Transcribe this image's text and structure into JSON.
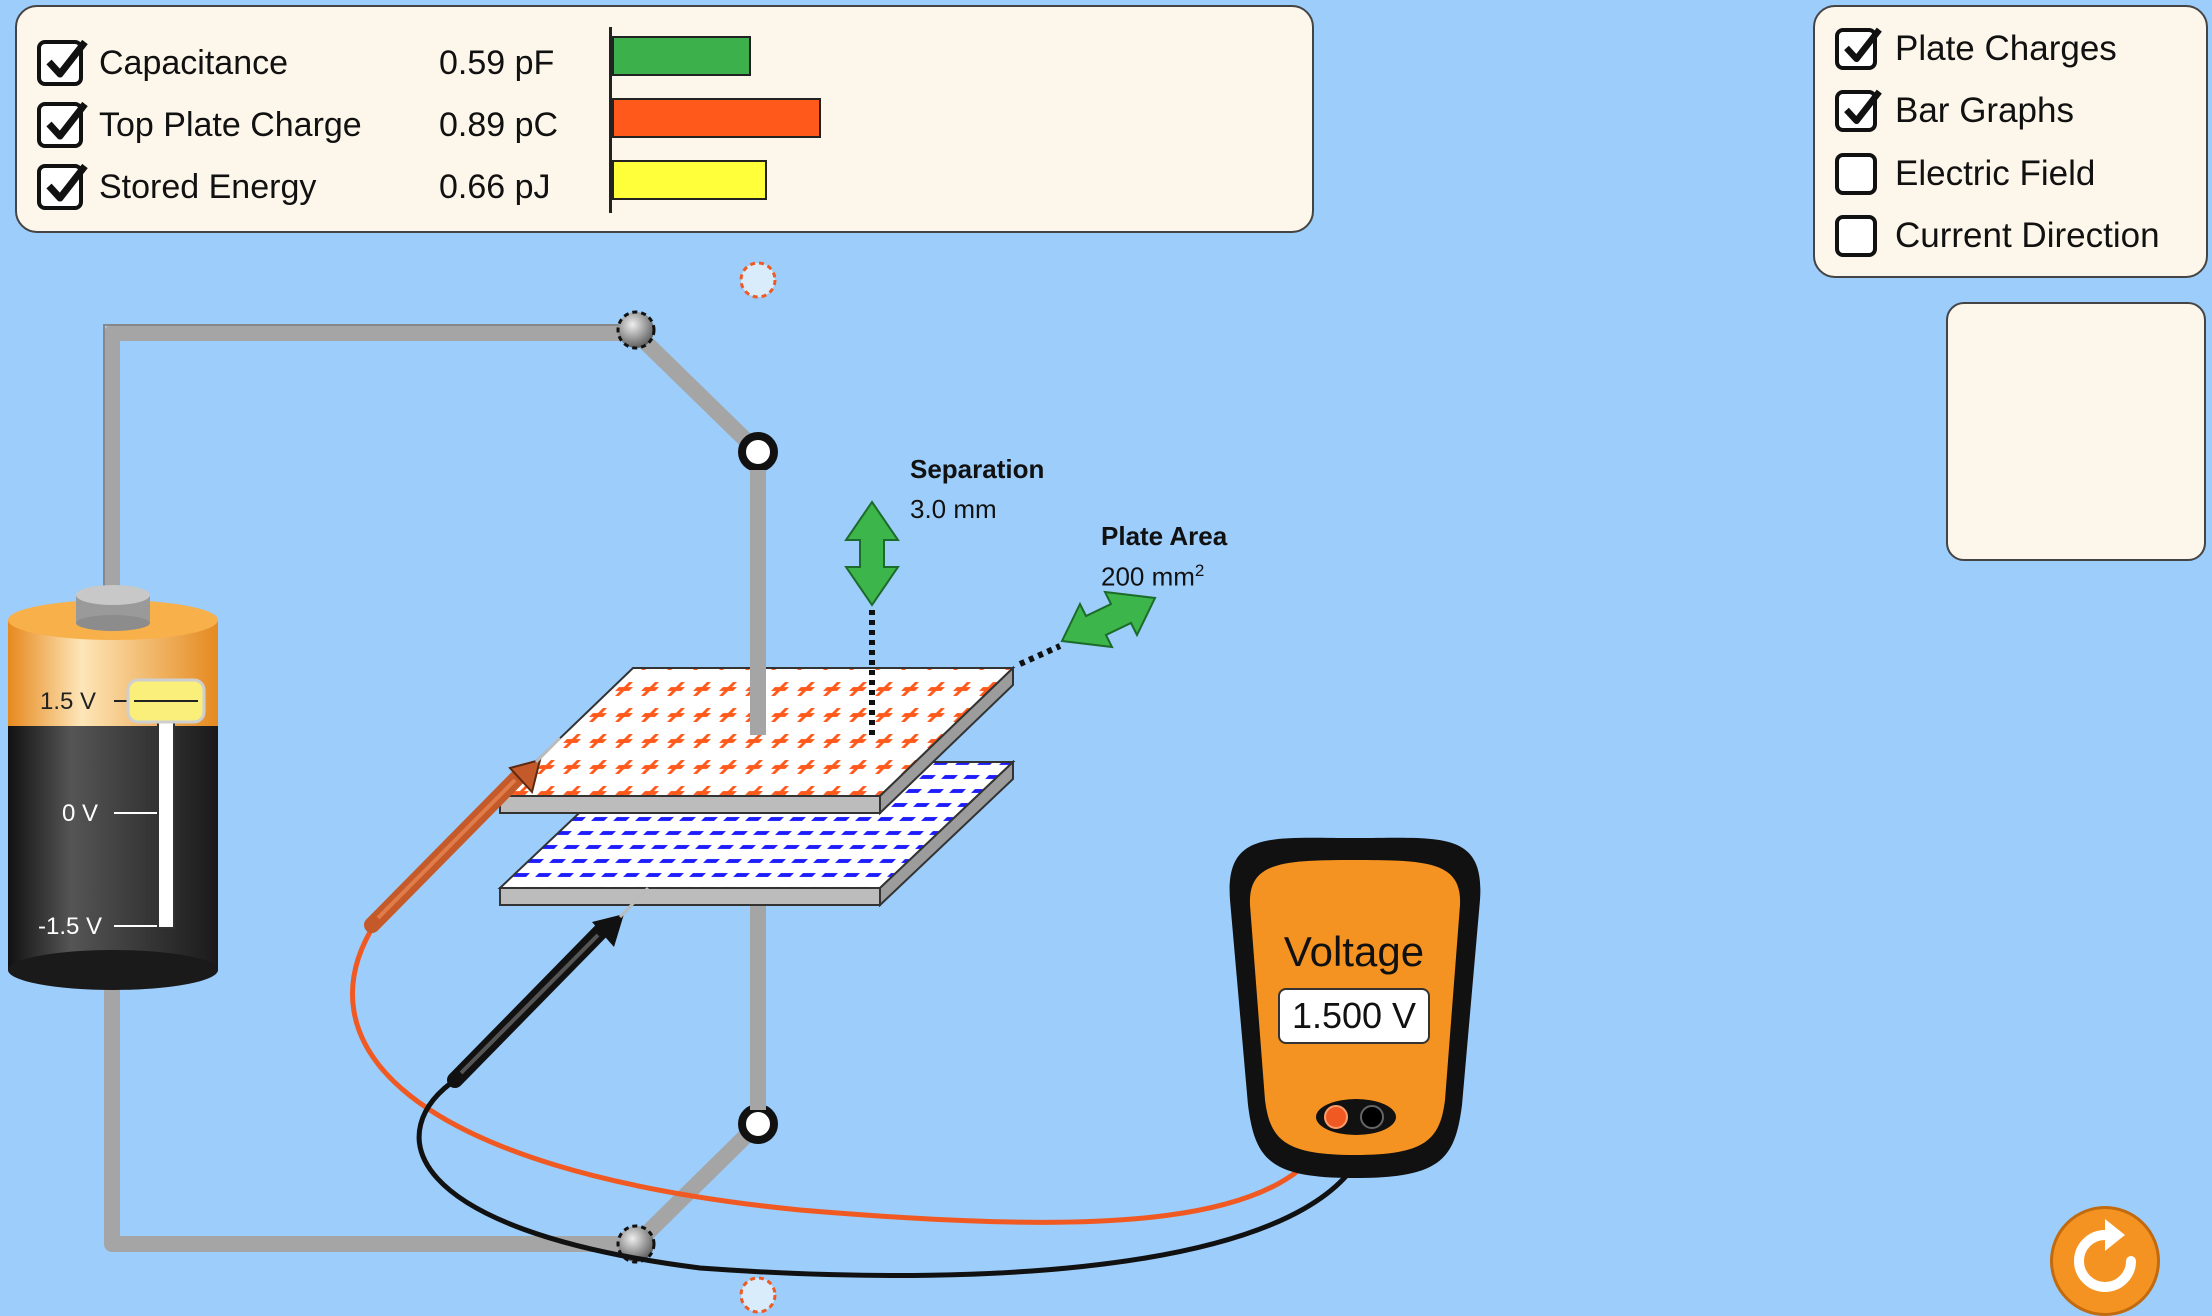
{
  "meters": {
    "rows": [
      {
        "label": "Capacitance",
        "value": "0.59 pF",
        "checked": true,
        "color": "#3cb04a",
        "level": 0.59
      },
      {
        "label": "Top Plate Charge",
        "value": "0.89 pC",
        "checked": true,
        "color": "#ff5a1c",
        "level": 0.89
      },
      {
        "label": "Stored Energy",
        "value": "0.66 pJ",
        "checked": true,
        "color": "#ffff3a",
        "level": 0.66
      }
    ]
  },
  "options": {
    "items": [
      {
        "label": "Plate Charges",
        "checked": true
      },
      {
        "label": "Bar Graphs",
        "checked": true
      },
      {
        "label": "Electric Field",
        "checked": false
      },
      {
        "label": "Current Direction",
        "checked": false
      }
    ]
  },
  "battery": {
    "labels": [
      "1.5 V",
      "0 V",
      "-1.5 V"
    ],
    "voltage_level": 1.0
  },
  "separation": {
    "title": "Separation",
    "value": "3.0 mm"
  },
  "plate_area": {
    "title": "Plate Area",
    "value": "200 mm",
    "superscript": "2"
  },
  "voltmeter": {
    "title": "Voltage",
    "reading": "1.500 V"
  },
  "icons": {
    "reset": "reset-icon",
    "check": "check-icon",
    "resize_vertical": "vertical-double-arrow-icon",
    "resize_diagonal": "diagonal-double-arrow-icon"
  },
  "colors": {
    "background": "#9ccdfb",
    "panel": "#fdf6ea",
    "top_plate_charge": "#ff5a1c",
    "bottom_plate_charge": "#1c1cff",
    "battery_top": "#f49a2e",
    "voltmeter": "#f49321"
  }
}
